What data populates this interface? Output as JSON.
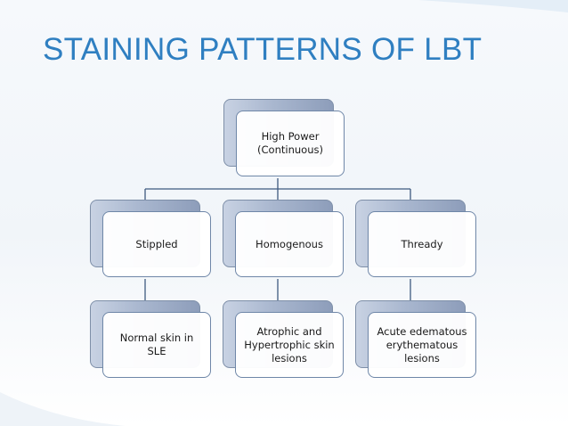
{
  "title": "STAINING PATTERNS OF LBT",
  "diagram": {
    "root": "High Power\n(Continuous)",
    "level1": [
      "Stippled",
      "Homogenous",
      "Thready"
    ],
    "level2": [
      "Normal skin in\nSLE",
      "Atrophic and\nHypertrophic skin\nlesions",
      "Acute edematous\nerythematous\nlesions"
    ]
  },
  "colors": {
    "title": "#2f7fc1",
    "connector": "#3e5a80",
    "box_border": "#6f87a8"
  }
}
